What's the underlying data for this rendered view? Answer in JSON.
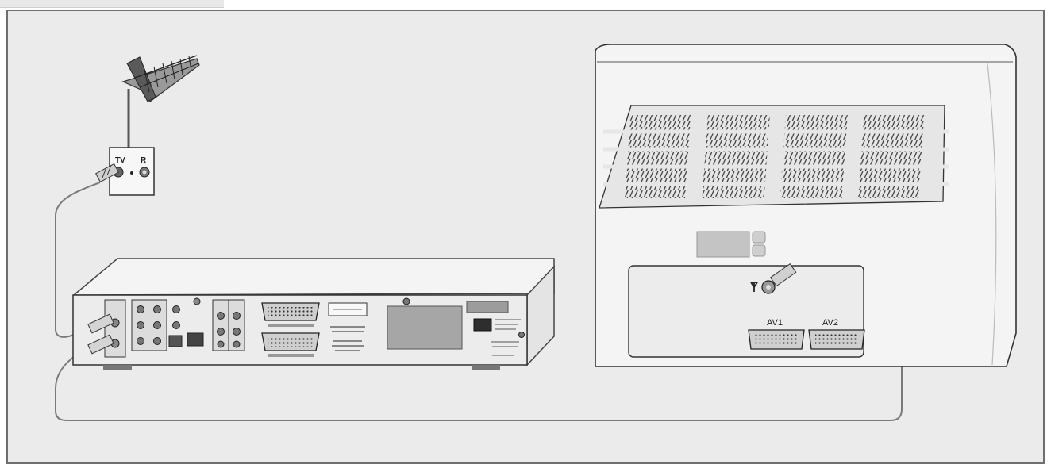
{
  "diagram": {
    "wall_socket": {
      "tv_label": "TV",
      "radio_label": "R"
    },
    "television": {
      "av1_label": "AV1",
      "av2_label": "AV2"
    }
  },
  "colors": {
    "panel_background": "#ebebeb",
    "frame_border": "#6e6e6e",
    "device_body": "#f2f2f2",
    "device_back_panel": "#d9d9d9",
    "cable": "#7a7a7a"
  },
  "icons": [
    "antenna-icon",
    "antenna-symbol-icon"
  ]
}
